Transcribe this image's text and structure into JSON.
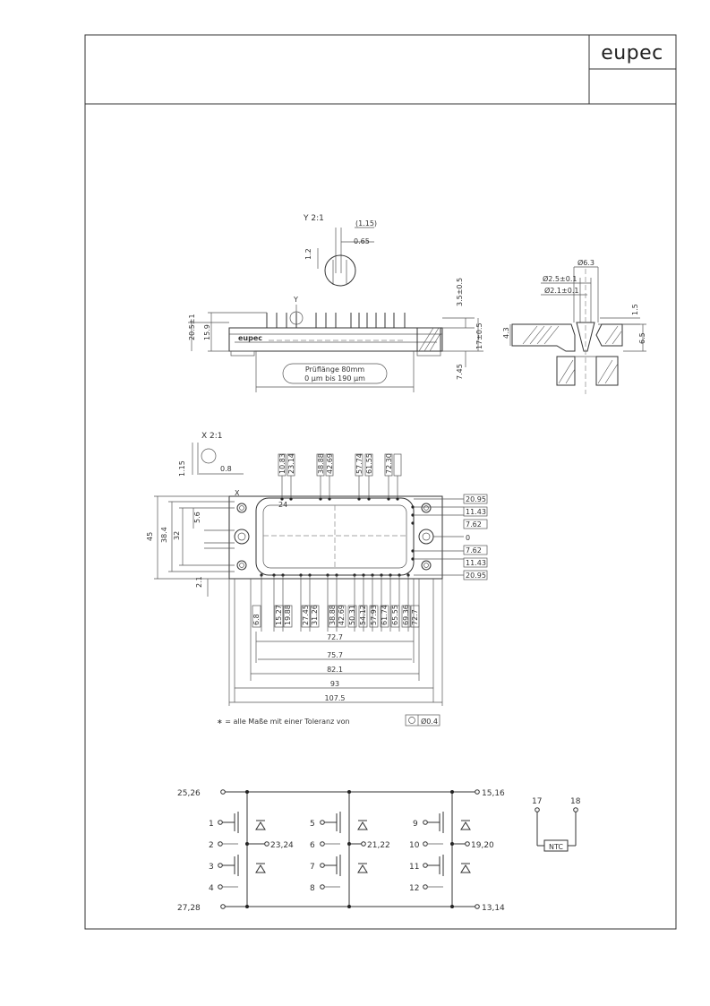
{
  "title_block": {
    "logo": "eupec"
  },
  "side_view": {
    "detail_label": "Y 2:1",
    "dim_115": "(1.15)",
    "dim_065": "0.65",
    "dim_12": "1.2",
    "view_marker": "Y",
    "dim_205": "20.5±1",
    "dim_159": "15.9",
    "dim_35": "3.5±0.5",
    "dim_17": "17±0.5",
    "dim_745": "7.45",
    "test_line1": "Prüflänge 80mm",
    "test_line2": "0 µm bis 190 µm",
    "part_marking": "eupec"
  },
  "mount_detail": {
    "dim_63": "Ø6.3",
    "dim_25": "Ø2.5±0.1",
    "dim_21": "Ø2.1±0.1",
    "dim_15": "1.5",
    "dim_43": "4.3",
    "dim_65": "6.5"
  },
  "top_view": {
    "detail_label": "X 2:1",
    "dim_115": "1.15",
    "dim_08": "0.8",
    "marker_x": "X",
    "top_dims": [
      "10.83",
      "23.14",
      "38.88",
      "42.69",
      "57.74",
      "61.55",
      "72.30"
    ],
    "top_pin_label": "24",
    "dim_45": "45",
    "dim_384": "38.4",
    "dim_32": "32",
    "dim_56": "5.6",
    "dim_21": "2.1",
    "right_dims": [
      "20.95",
      "11.43",
      "7.62",
      "0",
      "7.62",
      "11.43",
      "20.95"
    ],
    "bottom_dims": [
      "6.8",
      "15.27",
      "19.88",
      "27.45",
      "31.26",
      "38.88",
      "42.69",
      "50.31",
      "54.12",
      "57.93",
      "61.74",
      "65.55",
      "69.36",
      "72.7"
    ],
    "dim_727": "72.7",
    "dim_757": "75.7",
    "dim_821": "82.1",
    "dim_93": "93",
    "dim_1075": "107.5",
    "tolerance_note": "∗ = alle Maße mit einer Toleranz von",
    "tolerance_value": "Ø0.4"
  },
  "schematic": {
    "pins_top_left": "25,26",
    "pins_top_right": "15,16",
    "pins_bottom_left": "27,28",
    "pins_bottom_right": "13,14",
    "phase_out": [
      "23,24",
      "21,22",
      "19,20"
    ],
    "gate_upper": [
      "1",
      "5",
      "9"
    ],
    "emitter_upper": [
      "2",
      "6",
      "10"
    ],
    "gate_lower": [
      "3",
      "7",
      "11"
    ],
    "emitter_lower": [
      "4",
      "8",
      "12"
    ],
    "ntc_pins": [
      "17",
      "18"
    ],
    "ntc_label": "NTC"
  }
}
